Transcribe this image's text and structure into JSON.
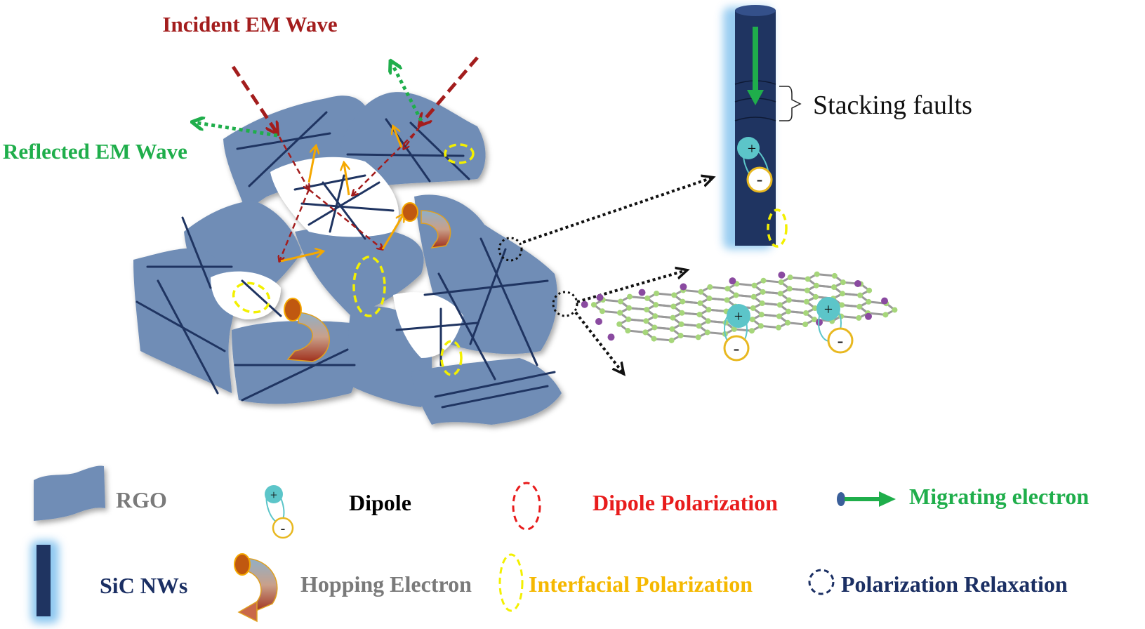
{
  "title": "EM wave absorption mechanism of RGO / SiC NWs composite",
  "labels": {
    "incident": "Incident EM Wave",
    "reflected": "Reflected EM Wave",
    "stacking_faults": "Stacking faults",
    "plus": "+",
    "minus": "-"
  },
  "legend": {
    "items": [
      {
        "key": "rgo",
        "label": "RGO",
        "color": "#7a7a7a"
      },
      {
        "key": "dipole",
        "label": "Dipole",
        "color": "#000000"
      },
      {
        "key": "dipole_polarization",
        "label": "Dipole  Polarization",
        "color": "#e81c1c"
      },
      {
        "key": "migrating_electron",
        "label": "Migrating electron",
        "color": "#1fae4b"
      },
      {
        "key": "sic_nws",
        "label": "SiC NWs",
        "color": "#1b2f63"
      },
      {
        "key": "hopping_electron",
        "label": "Hopping Electron",
        "color": "#7a7a7a"
      },
      {
        "key": "interfacial_polarization",
        "label": "Interfacial Polarization",
        "color": "#f5b800"
      },
      {
        "key": "polarization_relaxation",
        "label": "Polarization  Relaxation",
        "color": "#1b2f63"
      }
    ]
  },
  "colors": {
    "rgo": "#6f8db6",
    "sic": "#1f3461",
    "incident": "#a31d1d",
    "reflected": "#1fae4b",
    "interfacial": "#f3f000",
    "hop_arrow": "#f5a800",
    "cation": "#5cc5c9",
    "anion_ring": "#e8b820"
  }
}
